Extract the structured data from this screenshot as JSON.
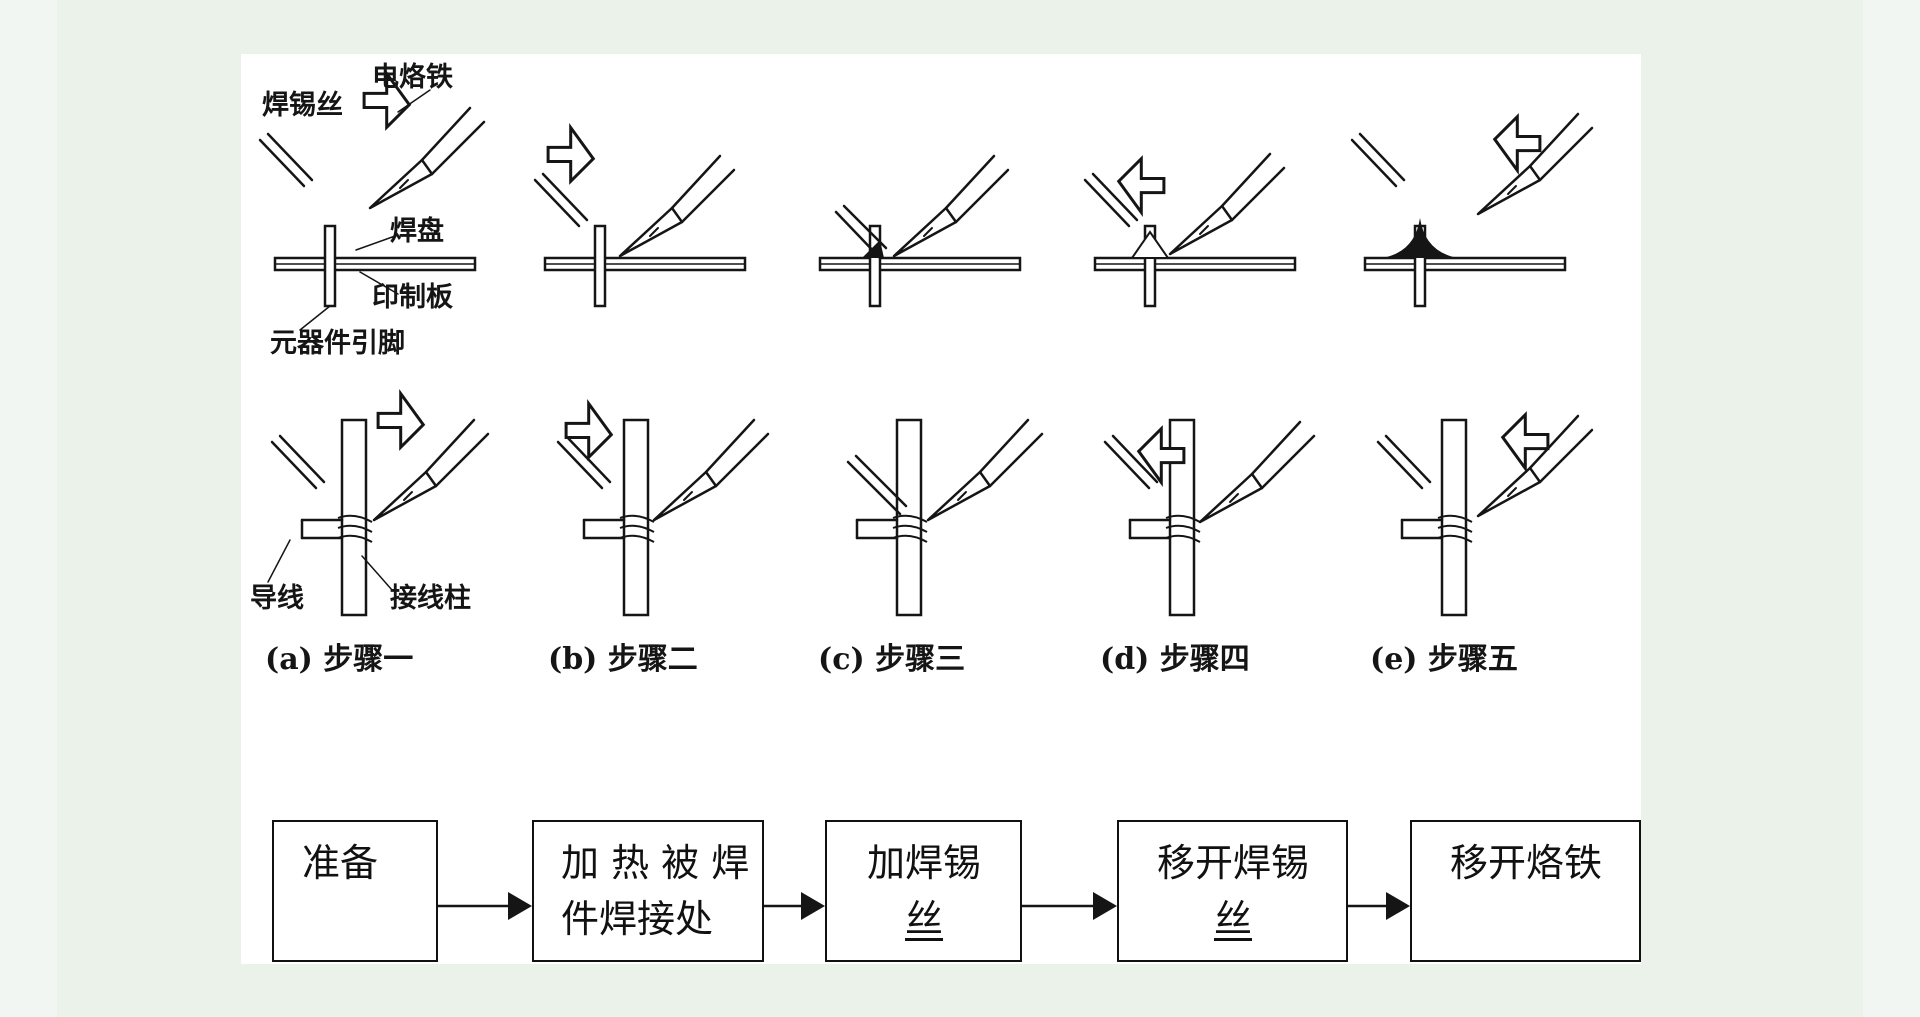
{
  "labels": {
    "solder_wire": "焊锡丝",
    "soldering_iron": "电烙铁",
    "pad": "焊盘",
    "pcb": "印制板",
    "component_lead": "元器件引脚",
    "wire": "导线",
    "terminal": "接线柱"
  },
  "steps": [
    {
      "caption": "(a) 步骤一"
    },
    {
      "caption": "(b) 步骤二"
    },
    {
      "caption": "(c) 步骤三"
    },
    {
      "caption": "(d) 步骤四"
    },
    {
      "caption": "(e) 步骤五"
    }
  ],
  "flow": [
    {
      "lines": [
        "准备"
      ]
    },
    {
      "lines": [
        "加 热 被 焊",
        "件焊接处"
      ]
    },
    {
      "lines": [
        "加焊锡",
        "丝"
      ]
    },
    {
      "lines": [
        "移开焊锡",
        "丝"
      ]
    },
    {
      "lines": [
        "移开烙铁"
      ]
    }
  ],
  "colors": {
    "ink": "#151515",
    "panel": "#ffffff",
    "background": "#ebf2ea"
  }
}
